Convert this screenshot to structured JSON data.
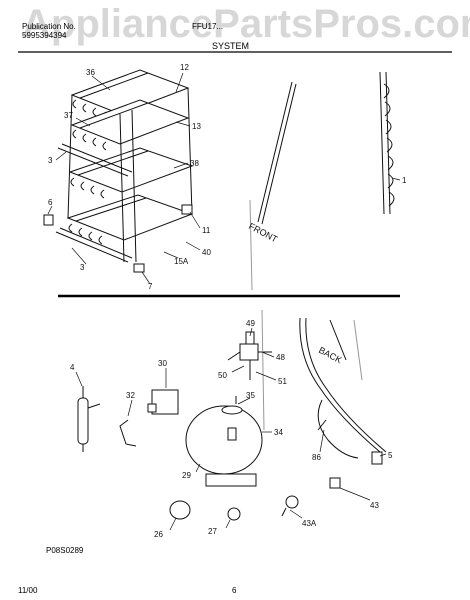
{
  "header": {
    "left_line1": "Publication No.",
    "left_line2": "5995394394",
    "model": "FFU17...",
    "section": "SYSTEM"
  },
  "watermark": "AppliancePartsPros.com",
  "upper_callouts": [
    "36",
    "12",
    "37",
    "13",
    "3",
    "38",
    "1",
    "6",
    "11",
    "40",
    "15A",
    "3",
    "7"
  ],
  "upper_text": {
    "front": "FRONT"
  },
  "lower_callouts": [
    "49",
    "48",
    "50",
    "51",
    "4",
    "30",
    "35",
    "32",
    "34",
    "86",
    "5",
    "29",
    "43",
    "26",
    "27",
    "43A"
  ],
  "lower_text": {
    "back": "BACK"
  },
  "footer": {
    "figure_code": "P08S0289",
    "date": "11/00",
    "page": "6"
  }
}
